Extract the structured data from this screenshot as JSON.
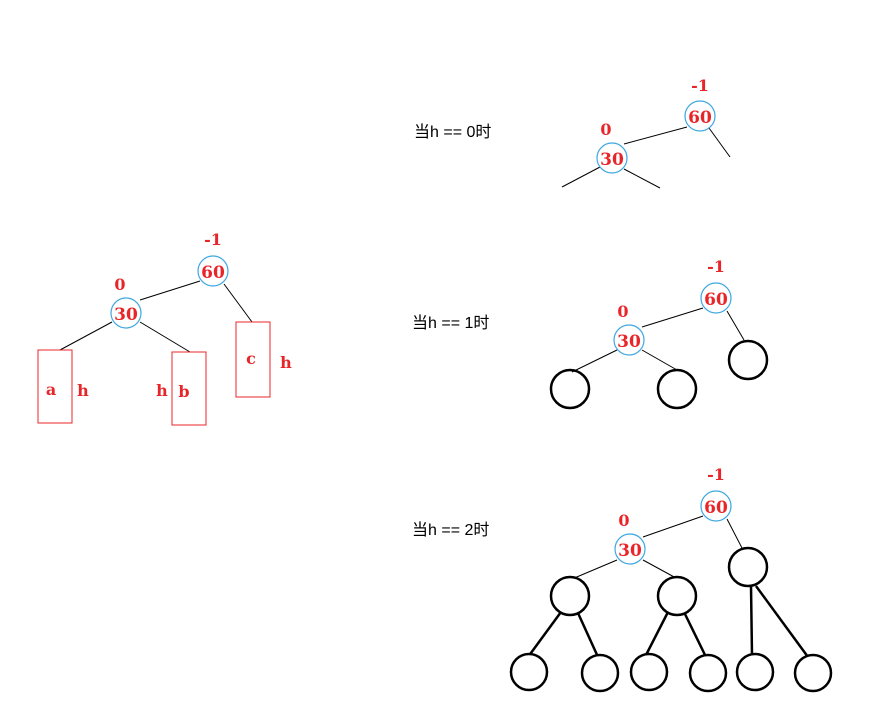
{
  "colors": {
    "accent_red": "#e8262a",
    "node_ring": "#3ea7e0",
    "line": "#000000",
    "box": "#e8262a"
  },
  "general": {
    "root_value": "60",
    "root_bf": "-1",
    "left_value": "30",
    "left_bf": "0",
    "subtree_a": "a",
    "subtree_b": "b",
    "subtree_c": "c",
    "height_a": "h",
    "height_b": "h",
    "height_c": "h"
  },
  "cases": [
    {
      "label": "当h == 0时",
      "root_value": "60",
      "root_bf": "-1",
      "left_value": "30",
      "left_bf": "0"
    },
    {
      "label": "当h == 1时",
      "root_value": "60",
      "root_bf": "-1",
      "left_value": "30",
      "left_bf": "0"
    },
    {
      "label": "当h == 2时",
      "root_value": "60",
      "root_bf": "-1",
      "left_value": "30",
      "left_bf": "0"
    }
  ]
}
